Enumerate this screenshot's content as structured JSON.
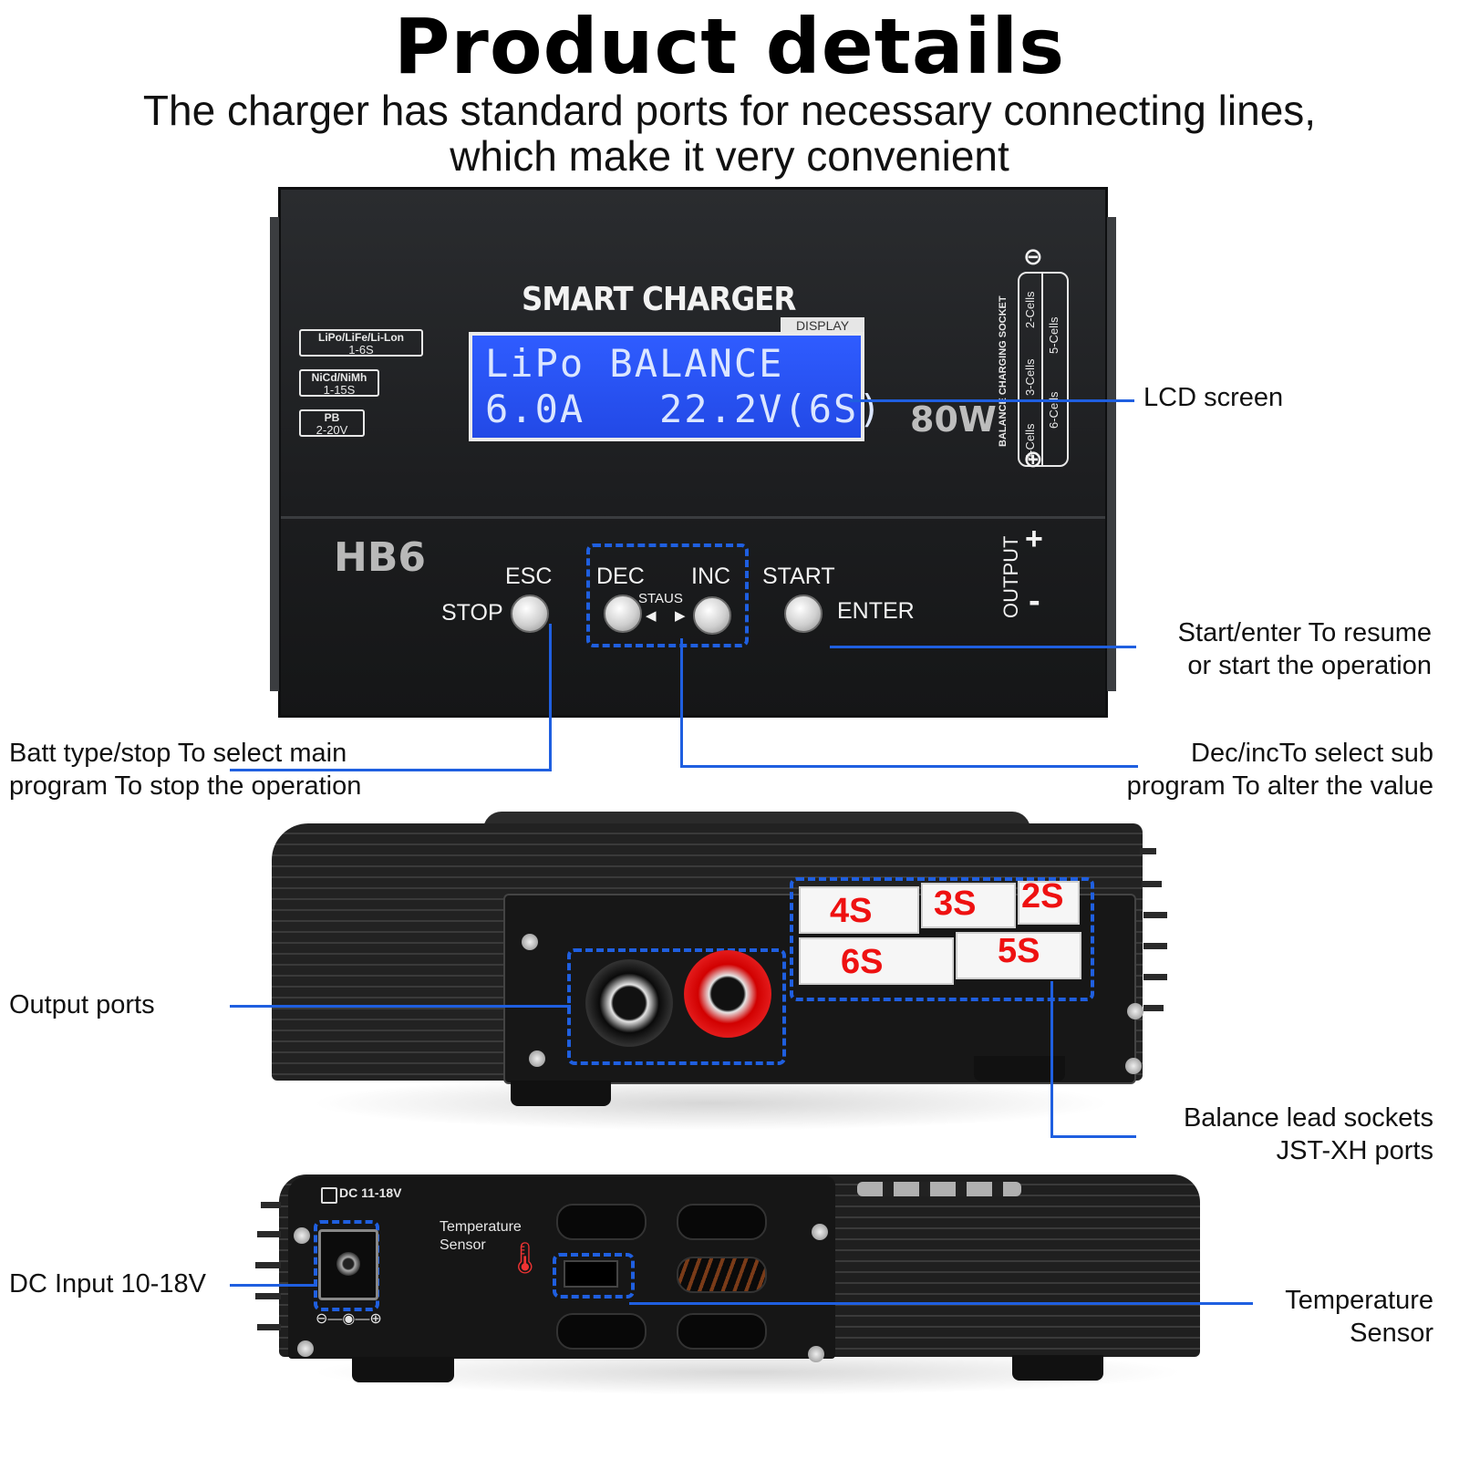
{
  "header": {
    "title": "Product details",
    "subtitle_line1": "The charger has standard ports for necessary connecting lines,",
    "subtitle_line2": "which make it very convenient"
  },
  "charger_front": {
    "brand": "SMART CHARGER",
    "display_tag": "DISPLAY",
    "lcd_line1": "LiPo BALANCE",
    "lcd_line2": "6.0A   22.2V(6S)",
    "power": "80W",
    "model": "HB6",
    "chips": [
      {
        "type": "LiPo/LiFe/Li-Lon",
        "range": "1-6S"
      },
      {
        "type": "NiCd/NiMh",
        "range": "1-15S"
      },
      {
        "type": "PB",
        "range": "2-20V"
      }
    ],
    "socket_title": "BALANCE CHARGING SOCKET",
    "cells": [
      "2-Cells",
      "3-Cells",
      "4-Cells",
      "5-Cells",
      "6-Cells"
    ],
    "minus_symbol": "⊖",
    "plus_symbol": "⊕",
    "buttons": {
      "esc": "ESC",
      "stop": "STOP",
      "dec": "DEC",
      "inc": "INC",
      "staus": "STAUS",
      "start": "START",
      "enter": "ENTER"
    },
    "output_label": "OUTPUT",
    "output_plus": "+",
    "output_minus": "-"
  },
  "charger_side": {
    "socket_labels": [
      "4S",
      "3S",
      "2S",
      "6S",
      "5S"
    ]
  },
  "charger_back": {
    "dc_label": "DC 11-18V",
    "temp_label_line1": "Temperature",
    "temp_label_line2": "Sensor"
  },
  "callouts": {
    "lcd": "LCD screen",
    "start_line1": "Start/enter To resume",
    "start_line2": "or start the operation",
    "batt_line1": "Batt type/stop To select main",
    "batt_line2": "program To stop the operation",
    "dec_line1": "Dec/incTo select sub",
    "dec_line2": "program To alter the value",
    "output": "Output ports",
    "balance_line1": "Balance lead sockets",
    "balance_line2": "JST-XH ports",
    "dc_input": "DC Input 10-18V",
    "temp_line1": "Temperature",
    "temp_line2": "Sensor"
  },
  "colors": {
    "accent_blue": "#1f5fe0",
    "lcd_blue": "#2f5cff",
    "socket_red": "#e11111"
  }
}
